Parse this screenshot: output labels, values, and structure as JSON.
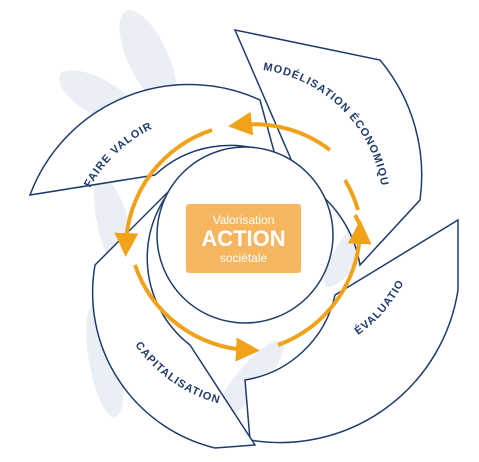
{
  "diagram": {
    "segments": [
      {
        "label": "MODÉLISATION ÉCONOMIQUE"
      },
      {
        "label": "ÉVALUATION"
      },
      {
        "label": "CAPITALISATION"
      },
      {
        "label": "FAIRE VALOIR"
      }
    ],
    "center": {
      "line1": "Valorisation",
      "line2": "ACTION",
      "line3": "sociétale"
    }
  },
  "colors": {
    "outline": "#1f3b6b",
    "arrow": "#f0a21b",
    "center_fill": "#f6b660",
    "leaf_watermark": "#e8edf5"
  }
}
